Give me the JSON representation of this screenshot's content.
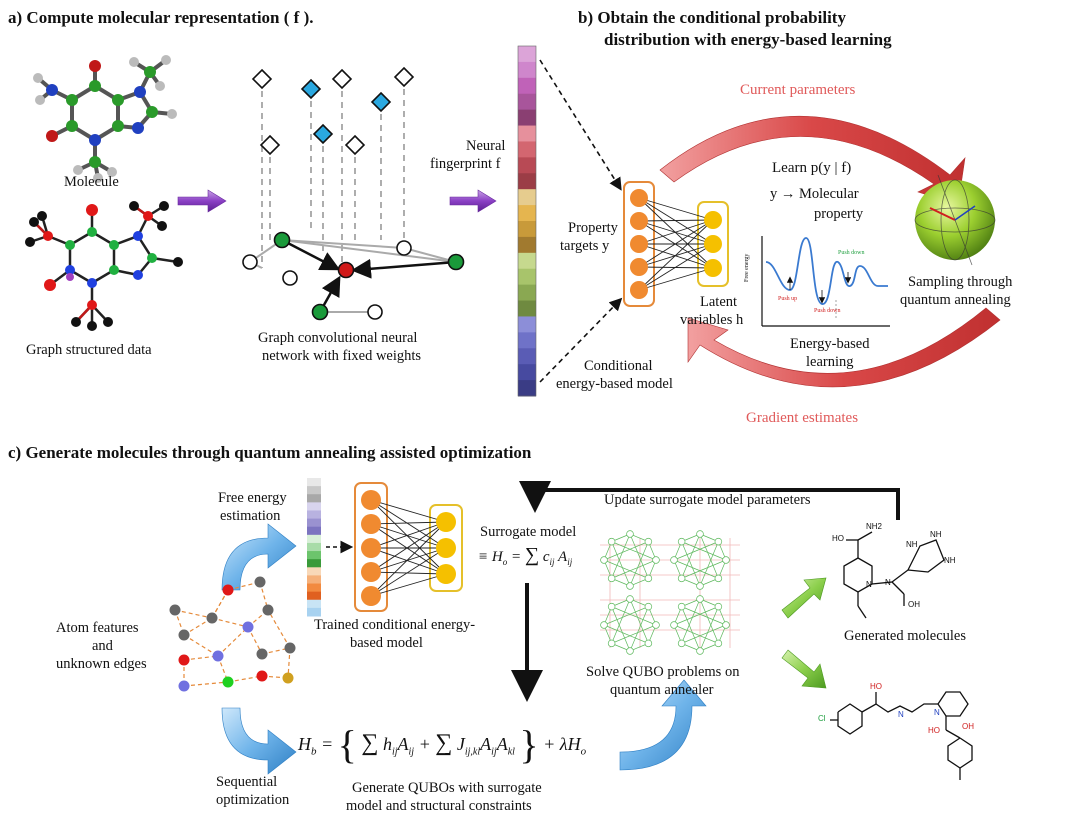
{
  "panel_a": {
    "heading": "a)  Compute molecular representation ( f ).",
    "molecule_label": "Molecule",
    "graph_data_label": "Graph structured data",
    "gcn_label_1": "Graph convolutional neural",
    "gcn_label_2": "network with fixed weights",
    "fingerprint_label_1": "Neural",
    "fingerprint_label_2": "fingerprint f",
    "fingerprint_colors": [
      "#dca4d8",
      "#cf86cc",
      "#c062b8",
      "#a8559b",
      "#8a3f72",
      "#e6909c",
      "#d36670",
      "#b84a55",
      "#9b3d46",
      "#e6cc8e",
      "#e5b54f",
      "#c89a3a",
      "#a17a2f",
      "#c6d98e",
      "#a8c46b",
      "#8aa852",
      "#6f8a40",
      "#8c8ed8",
      "#6f72c8",
      "#5a5cb5",
      "#474aa0",
      "#3a3c85"
    ]
  },
  "panel_b": {
    "heading_1": "b)  Obtain the conditional probability",
    "heading_2": "distribution with energy-based learning",
    "current_parameters": "Current parameters",
    "gradient_estimates": "Gradient estimates",
    "learn_label": "Learn  p(y | f)",
    "y_label_1": "y → Molecular",
    "y_label_2": "property",
    "property_targets_1": "Property",
    "property_targets_2": "targets y",
    "latent_1": "Latent",
    "latent_2": "variables h",
    "cebm_1": "Conditional",
    "cebm_2": "energy-based model",
    "ebl_1": "Energy-based",
    "ebl_2": "learning",
    "sampling_1": "Sampling through",
    "sampling_2": "quantum annealing",
    "energy_axis": "Free energy",
    "pushup_1": "Push up",
    "pushdown": "Push down",
    "pushup_2": "Push down"
  },
  "panel_c": {
    "heading": "c)  Generate molecules through quantum annealing assisted optimization",
    "free_energy_1": "Free energy",
    "free_energy_2": "estimation",
    "trained_1": "Trained conditional energy-",
    "trained_2": "based model",
    "surrogate_1": "Surrogate model",
    "surrogate_2": "≡ H",
    "update_label": "Update surrogate model parameters",
    "generated_label": "Generated molecules",
    "atom_1": "Atom features",
    "atom_2": "and",
    "atom_3": "unknown edges",
    "solve_1": "Solve QUBO problems on",
    "solve_2": "quantum annealer",
    "sequential_1": "Sequential",
    "sequential_2": "optimization",
    "qubo_1": "Generate QUBOs with surrogate",
    "qubo_2": "model and structural constraints",
    "fe_colors": [
      "#e8e8e8",
      "#c8c8c8",
      "#a8a8a8",
      "#d8d4ee",
      "#b8b2e0",
      "#9a92d0",
      "#7c74c0",
      "#d8f0d8",
      "#a8dca8",
      "#6cc46c",
      "#3a9a3a",
      "#f8d8b8",
      "#f5b07a",
      "#f28a40",
      "#e06020",
      "#c8e4f5",
      "#a8d2f0"
    ],
    "mol1_atoms": [
      "HO",
      "NH2",
      "NH",
      "NH",
      "NH",
      "N",
      "N",
      "OH"
    ],
    "mol2_atoms": [
      "Cl",
      "HO",
      "N",
      "N",
      "HO",
      "OH"
    ]
  }
}
